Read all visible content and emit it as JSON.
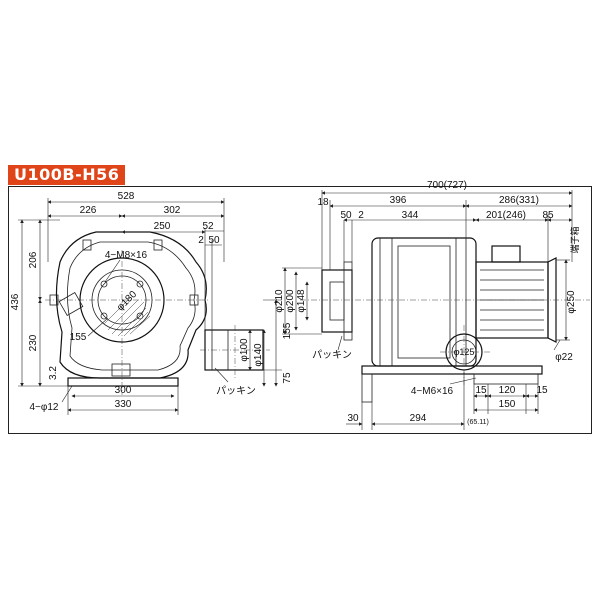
{
  "model": "U100B-H56",
  "front_view": {
    "overall_width": "528",
    "left_to_center": "226",
    "center_to_right": "302",
    "center_to_outlet": "250",
    "dim_2": "2",
    "dim_50": "50",
    "dim_52": "52",
    "top_height": "206",
    "total_height": "436",
    "bottom_height": "230",
    "outlet_height": "155",
    "outlet_offset": "75",
    "radius_155": "155",
    "bolt_spec": "4−M8×16",
    "inlet_dia": "φ180",
    "outlet_dia_inner": "φ100",
    "outlet_dia_outer": "φ140",
    "base_inner": "300",
    "base_outer": "330",
    "foot_offset": "3.2",
    "foot_holes": "4−φ12",
    "gasket": "パッキン"
  },
  "side_view": {
    "overall_length": "700(727)",
    "dim_18": "18",
    "dim_396": "396",
    "dim_286": "286(331)",
    "dim_50": "50",
    "dim_2": "2",
    "dim_344": "344",
    "dim_201": "201(246)",
    "dim_85": "85",
    "terminal_box": "端子箱",
    "dia_210": "φ210",
    "dia_200": "φ200",
    "dia_148": "φ148",
    "dia_250": "φ250",
    "dia_125": "φ125",
    "dia_22": "φ22",
    "gasket": "パッキン",
    "bolt_spec": "4−M6×16",
    "dim_15a": "15",
    "dim_120": "120",
    "dim_15b": "15",
    "dim_150": "150",
    "dim_30": "30",
    "dim_294": "294",
    "dim_small": "(65.11)"
  },
  "colors": {
    "badge": "#e0451a",
    "line": "#222222"
  }
}
